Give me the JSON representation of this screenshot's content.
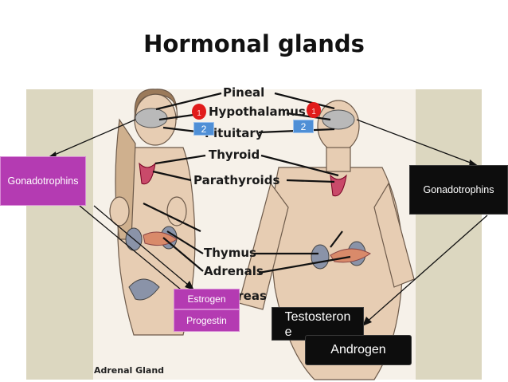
{
  "title": "Hormonal glands",
  "gland_labels": [
    "Pineal",
    "Hypothalamus",
    "Pituitary",
    "Thyroid",
    "Parathyroids",
    "Thymus",
    "Adrenals",
    "Pancreas"
  ],
  "caption": "Adrenal Gland",
  "boxes": {
    "gonadotrophins_left": "Gonadotrophins",
    "gonadotrophins_right": "Gonadotrophins",
    "estrogen": "Estrogen",
    "progestin": "Progestin",
    "testosterone": "Testosteron\ne",
    "androgen": "Androgen"
  },
  "badges": {
    "left_red": "1",
    "left_blue": "2",
    "right_red": "1",
    "right_blue": "2"
  },
  "colors": {
    "purple_box": "#b43bb2",
    "black_box": "#0d0d0d",
    "badge_red": "#e11b1b",
    "badge_blue": "#4f8fd6"
  }
}
